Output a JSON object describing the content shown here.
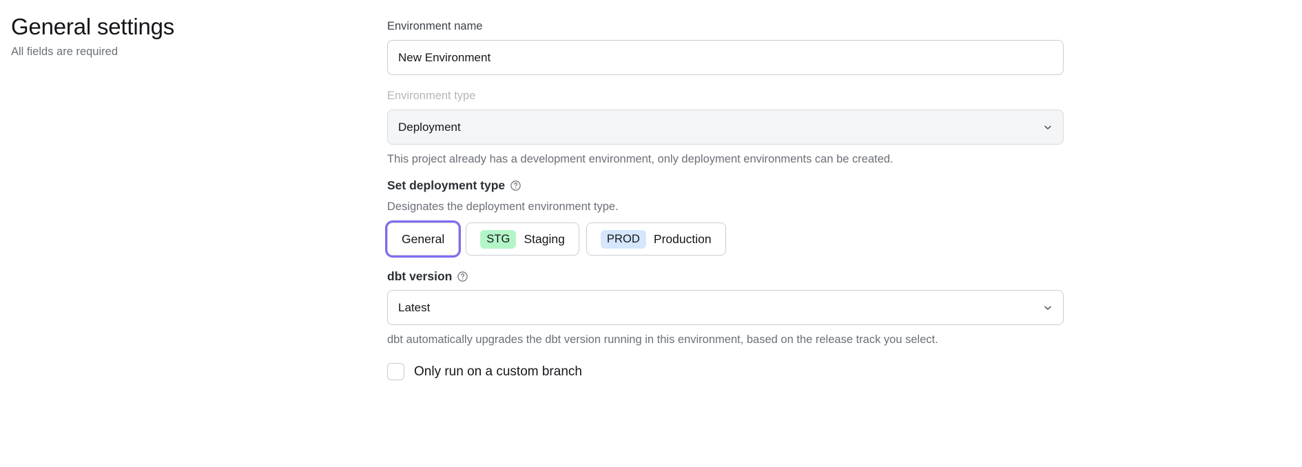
{
  "header": {
    "title": "General settings",
    "subtitle": "All fields are required"
  },
  "form": {
    "environment_name": {
      "label": "Environment name",
      "value": "New Environment",
      "placeholder": "Environment name"
    },
    "environment_type": {
      "label": "Environment type",
      "value": "Deployment",
      "disabled": true,
      "hint": "This project already has a development environment, only deployment environments can be created.",
      "chevron_icon": "chevron-down-icon"
    },
    "deployment_type": {
      "heading": "Set deployment type",
      "help_icon": "help-circle-icon",
      "description": "Designates the deployment environment type.",
      "options": [
        {
          "label": "General",
          "badge": "",
          "badge_color": "",
          "selected": true
        },
        {
          "label": "Staging",
          "badge": "STG",
          "badge_color": "#b4f5c8",
          "selected": false
        },
        {
          "label": "Production",
          "badge": "PROD",
          "badge_color": "#d5e6fd",
          "selected": false
        }
      ]
    },
    "dbt_version": {
      "label": "dbt version",
      "help_icon": "help-circle-icon",
      "value": "Latest",
      "hint": "dbt automatically upgrades the dbt version running in this environment, based on the release track you select.",
      "chevron_icon": "chevron-down-icon"
    },
    "custom_branch": {
      "label": "Only run on a custom branch",
      "checked": false
    }
  },
  "colors": {
    "focus_ring": "#7c6df2",
    "border": "#c9ccd1",
    "muted_text": "#6b7077",
    "disabled_bg": "#f4f5f6"
  }
}
